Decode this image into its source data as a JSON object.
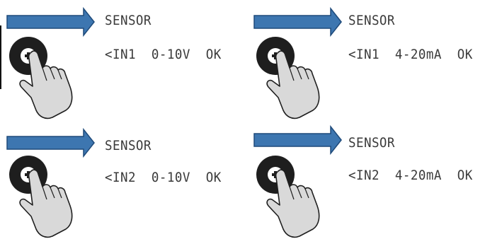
{
  "colors": {
    "arrow": "#3d76b0",
    "arrow_outline": "#1e4a7a",
    "button": "#1e1e1e",
    "hand": "#d9d9d9",
    "lcd_text": "#3a3a3a"
  },
  "icons": [
    "arrow-right-icon",
    "plus-button-icon",
    "pointing-hand-icon"
  ],
  "panels": [
    {
      "title": "SENSOR",
      "line": "<IN1  0-10V  OK"
    },
    {
      "title": "SENSOR",
      "line": "<IN1  4-20mA  OK"
    },
    {
      "title": "SENSOR",
      "line": "<IN2  0-10V  OK"
    },
    {
      "title": "SENSOR",
      "line": "<IN2  4-20mA  OK"
    }
  ]
}
